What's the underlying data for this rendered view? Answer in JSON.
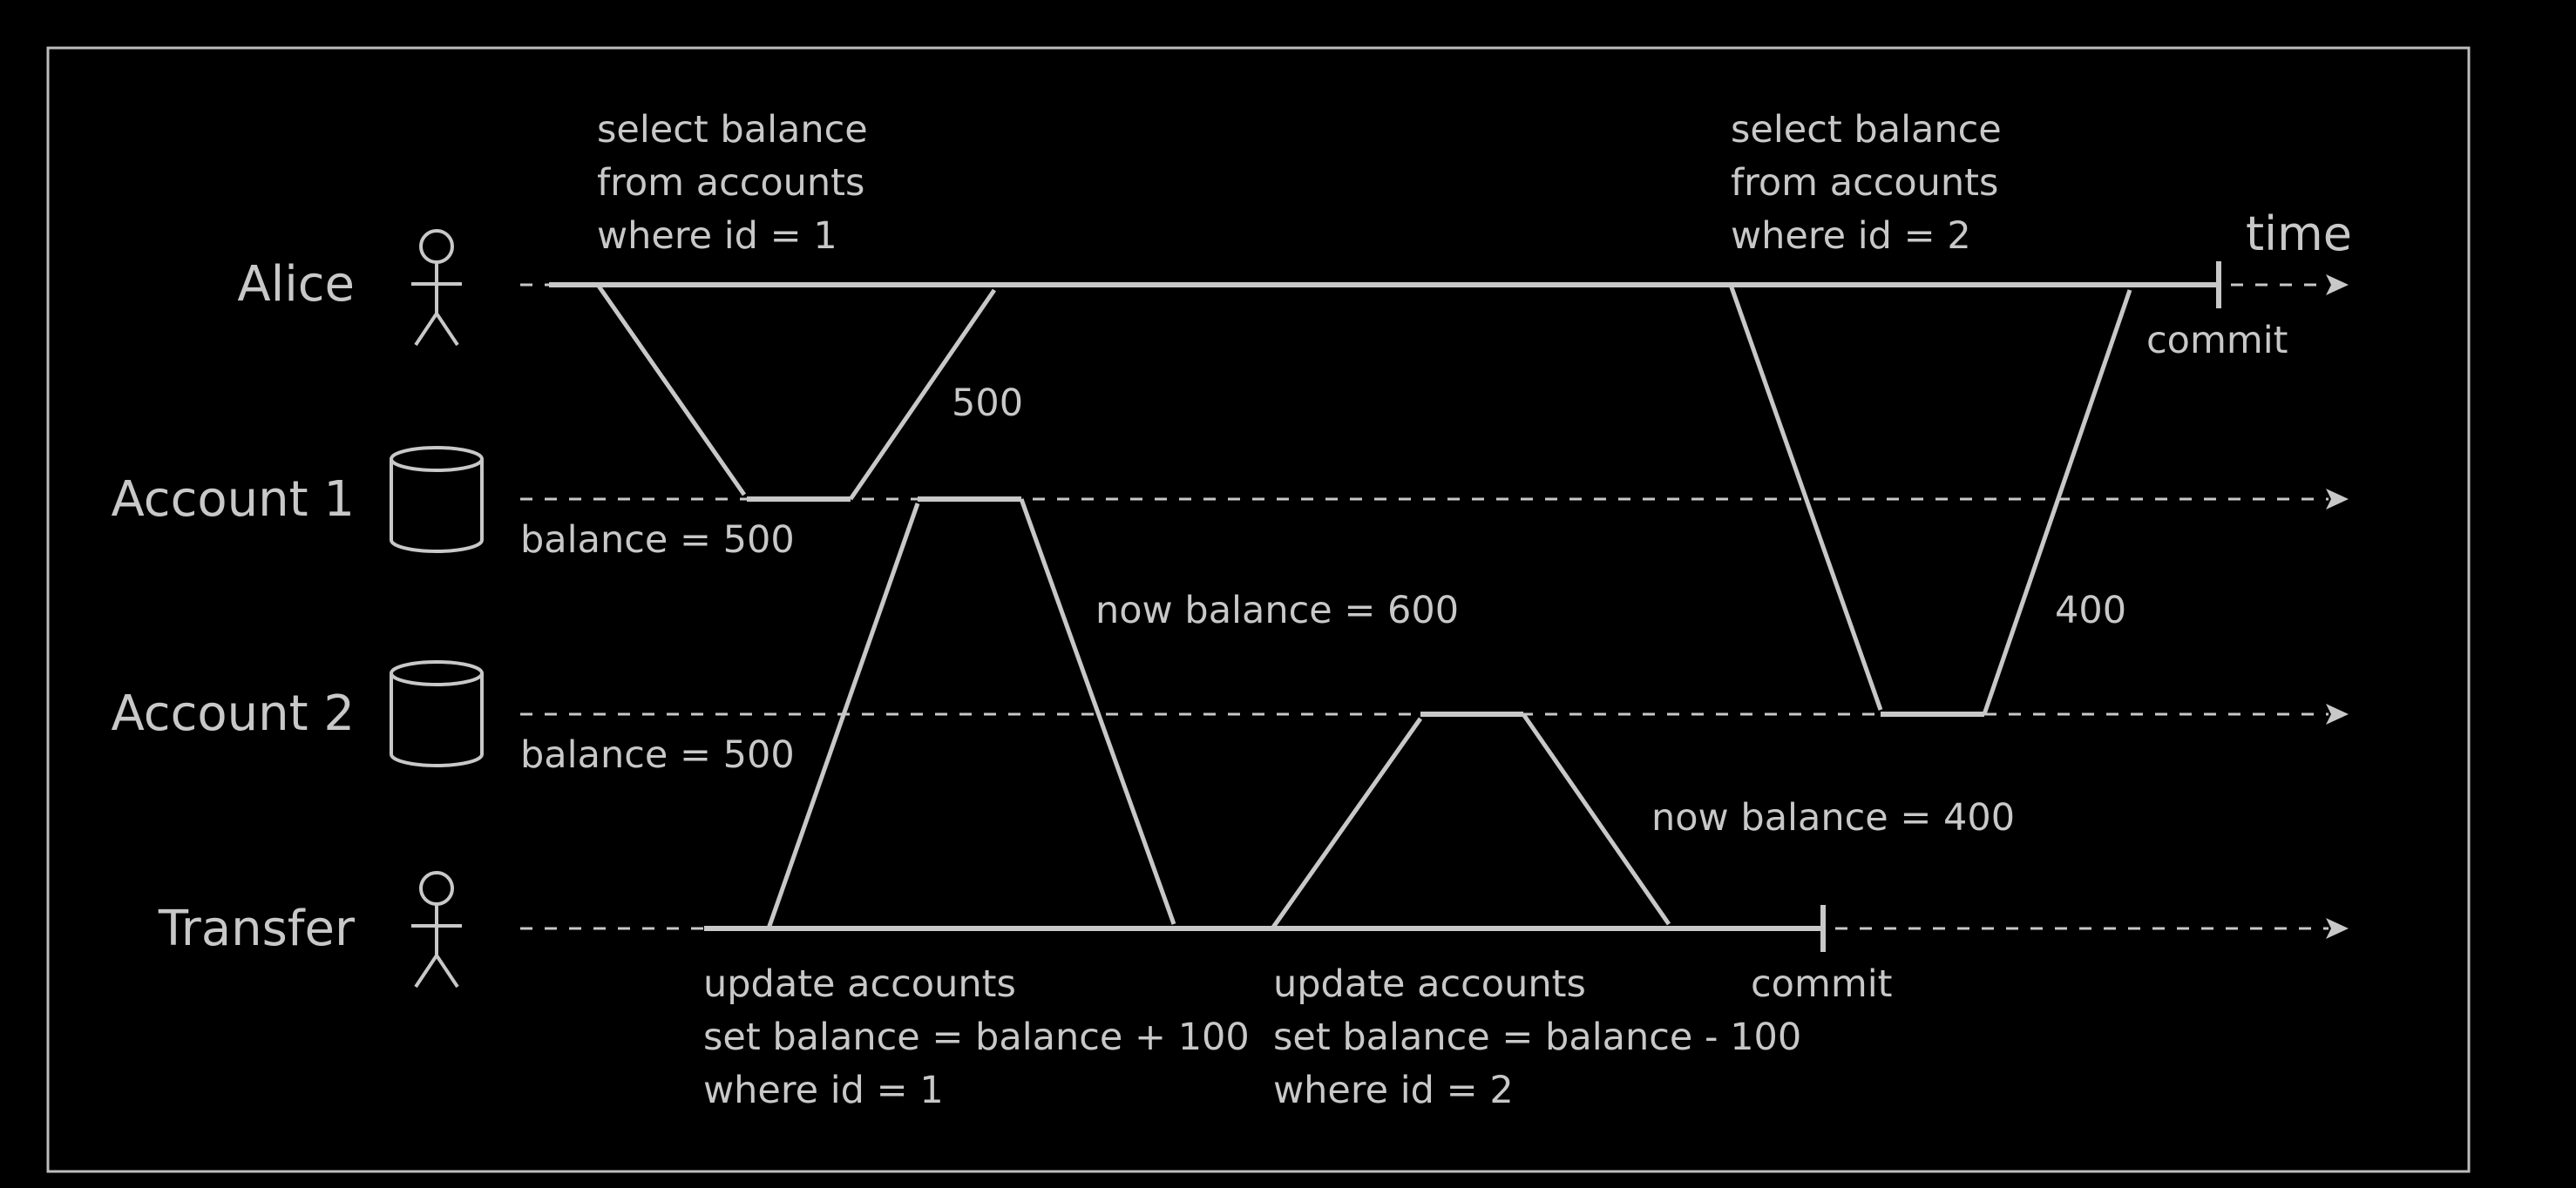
{
  "lanes": [
    {
      "name": "Alice",
      "icon": "person-icon"
    },
    {
      "name": "Account 1",
      "icon": "database-icon"
    },
    {
      "name": "Account 2",
      "icon": "database-icon"
    },
    {
      "name": "Transfer",
      "icon": "person-icon"
    }
  ],
  "time_label": "time",
  "alice": {
    "query1": [
      "select balance",
      "from accounts",
      "where id = 1"
    ],
    "query2": [
      "select balance",
      "from accounts",
      "where id = 2"
    ],
    "result1": "500",
    "result2": "400",
    "commit": "commit"
  },
  "accounts": {
    "account1_balance": "balance = 500",
    "account2_balance": "balance = 500",
    "account1_now": "now balance = 600",
    "account2_now": "now balance = 400"
  },
  "transfer": {
    "update1": [
      "update accounts",
      "set balance = balance + 100",
      "where id = 1"
    ],
    "update2": [
      "update accounts",
      "set balance = balance - 100",
      "where id = 2"
    ],
    "commit": "commit"
  },
  "colors": {
    "background": "#000000",
    "foreground": "#c8c8c8",
    "frame": "#bdbdbd"
  }
}
